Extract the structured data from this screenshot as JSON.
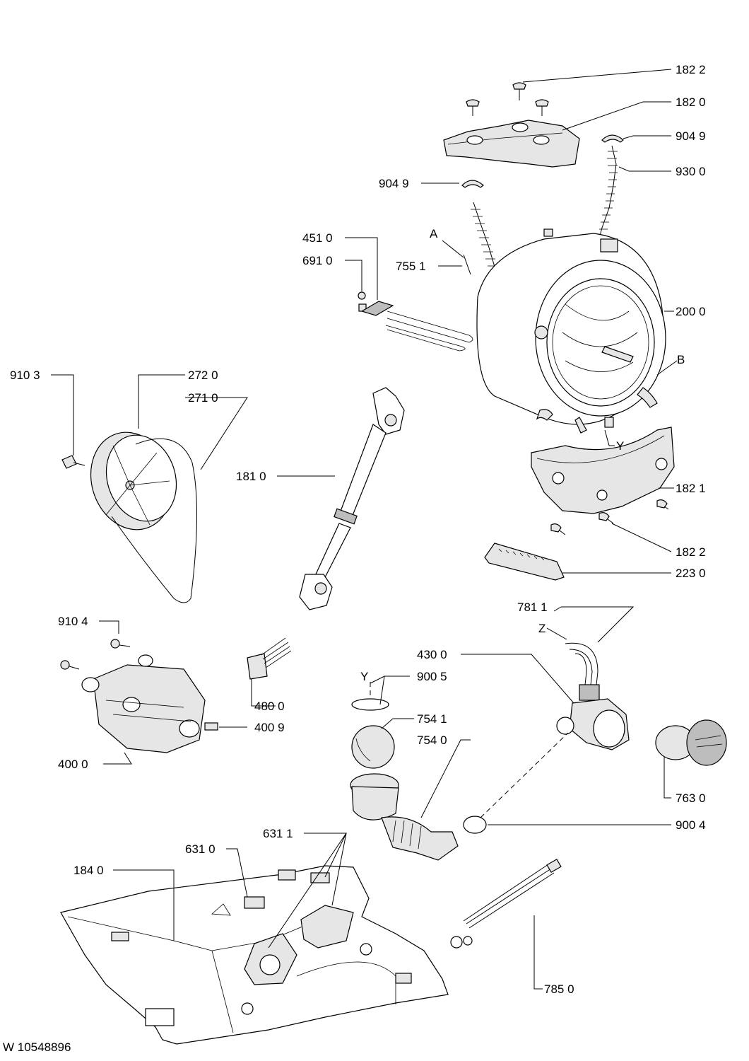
{
  "drawing_code": "W 10548896",
  "callouts": {
    "c1822_top": "182 2",
    "c1820": "182 0",
    "c9049_r": "904 9",
    "c9300": "930 0",
    "c9049_l": "904 9",
    "c4510": "451 0",
    "c6910": "691 0",
    "cA": "A",
    "c7551": "755 1",
    "c2000": "200 0",
    "cB": "B",
    "c9103": "910 3",
    "c2720": "272 0",
    "c2710": "271 0",
    "c1810": "181 0",
    "cY_top": "Y",
    "c1821": "182 1",
    "c1822_bot": "182 2",
    "c2230": "223 0",
    "c7811": "781 1",
    "cZ": "Z",
    "c9104": "910 4",
    "c4300": "430 0",
    "cY_bot": "Y",
    "c9005": "900 5",
    "c4800": "480 0",
    "c4009": "400 9",
    "c7541": "754 1",
    "c7540": "754 0",
    "c4000": "400 0",
    "c7630": "763 0",
    "c9004": "900 4",
    "c6311": "631 1",
    "c6310": "631 0",
    "c1840": "184 0",
    "c7850": "785 0"
  }
}
